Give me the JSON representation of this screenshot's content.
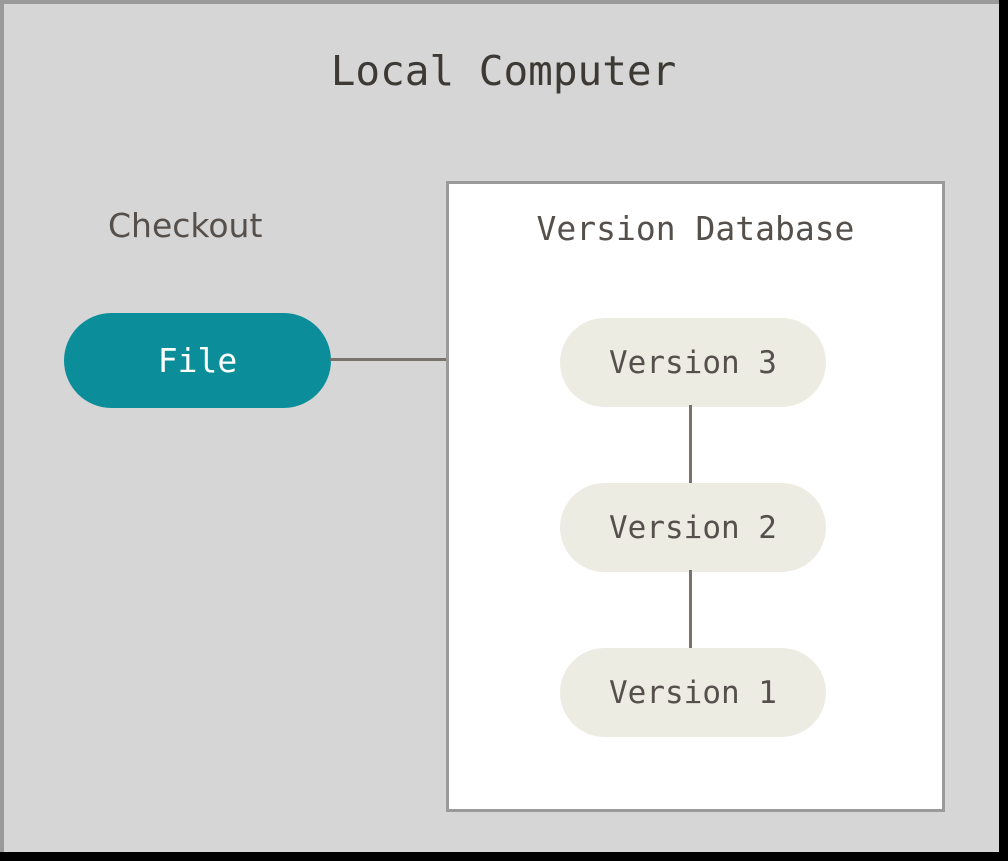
{
  "diagram": {
    "title": "Local Computer",
    "background_color": "#d6d6d6",
    "frame_color": "#9a9a9a",
    "edge_color": "#79736e",
    "text_color": "#55504c",
    "title_color": "#3d3935"
  },
  "checkout": {
    "section_label": "Checkout",
    "file_node": {
      "label": "File",
      "fill_color": "#0b8e99",
      "text_color": "#ffffff"
    }
  },
  "version_database": {
    "title": "Version Database",
    "container_fill": "#ffffff",
    "node_fill": "#edece3",
    "versions": [
      {
        "label": "Version 3"
      },
      {
        "label": "Version 2"
      },
      {
        "label": "Version 1"
      }
    ]
  },
  "connections": [
    {
      "name": "file-to-version-3",
      "from": "File",
      "to": "Version 3",
      "orientation": "horizontal"
    },
    {
      "name": "version-3-to-version-2",
      "from": "Version 3",
      "to": "Version 2",
      "orientation": "vertical"
    },
    {
      "name": "version-2-to-version-1",
      "from": "Version 2",
      "to": "Version 1",
      "orientation": "vertical"
    }
  ]
}
